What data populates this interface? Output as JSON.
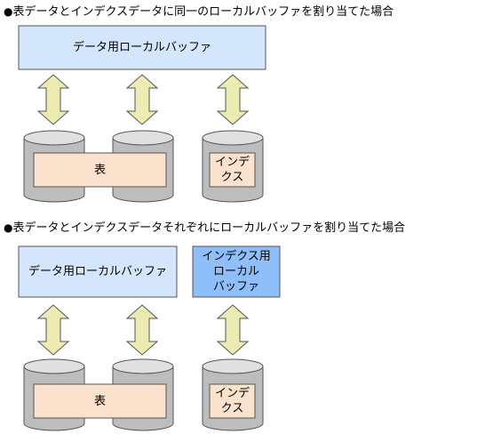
{
  "colors": {
    "buffer_shared_fill": "#d3e6fc",
    "buffer_index_fill": "#8fbffb",
    "arrow_fill": "#ebebb2",
    "table_box_fill": "#fbe2cc",
    "cylinder_body": "#bdbdbd",
    "cylinder_top": "#e0e0e0"
  },
  "section1": {
    "bullet": "●",
    "title": "表データとインデクスデータに同一のローカルバッファを割り当てた場合",
    "buffer_label": "データ用ローカルバッファ",
    "table_label": "表",
    "index_label": "インデ\nクス"
  },
  "section2": {
    "bullet": "●",
    "title": "表データとインデクスデータそれぞれにローカルバッファを割り当てた場合",
    "data_buffer_label": "データ用ローカルバッファ",
    "index_buffer_label": "インデクス用\nローカル\nバッファ",
    "table_label": "表",
    "index_label": "インデ\nクス"
  }
}
